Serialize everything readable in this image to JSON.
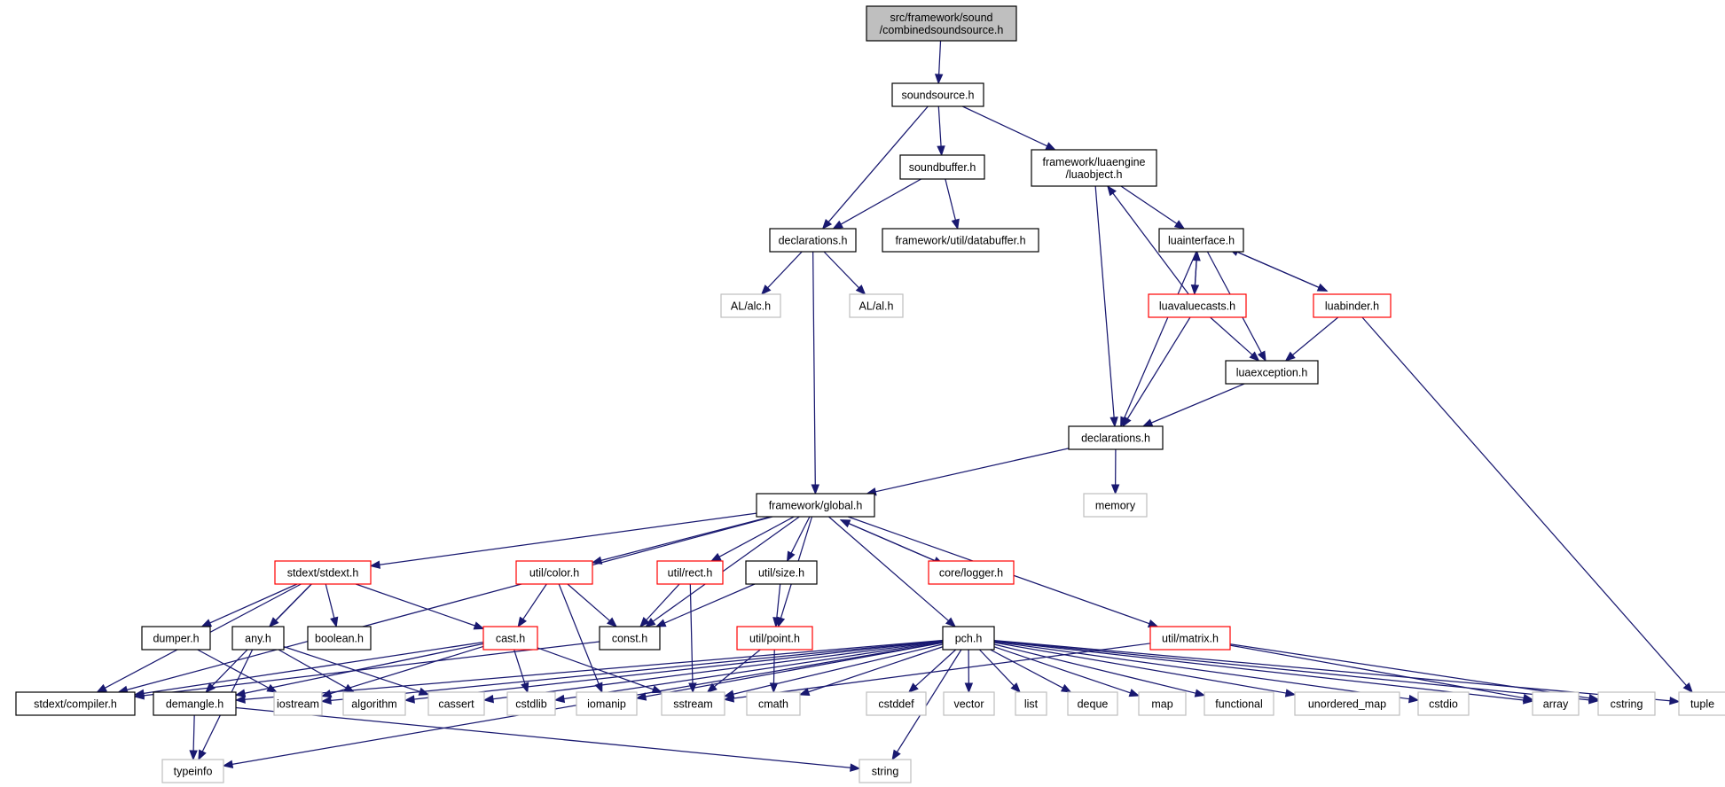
{
  "nodes": [
    {
      "id": "root",
      "label": "src/framework/sound\n/combinedsoundsource.h",
      "style": "root"
    },
    {
      "id": "soundsource",
      "label": "soundsource.h",
      "style": "black"
    },
    {
      "id": "soundbuffer",
      "label": "soundbuffer.h",
      "style": "black"
    },
    {
      "id": "luaobject",
      "label": "framework/luaengine\n/luaobject.h",
      "style": "black"
    },
    {
      "id": "declarations1",
      "label": "declarations.h",
      "style": "black"
    },
    {
      "id": "databuffer",
      "label": "framework/util/databuffer.h",
      "style": "black"
    },
    {
      "id": "luainterface",
      "label": "luainterface.h",
      "style": "black"
    },
    {
      "id": "alc",
      "label": "AL/alc.h",
      "style": "gray"
    },
    {
      "id": "al",
      "label": "AL/al.h",
      "style": "gray"
    },
    {
      "id": "luavaluecasts",
      "label": "luavaluecasts.h",
      "style": "red"
    },
    {
      "id": "luabinder",
      "label": "luabinder.h",
      "style": "red"
    },
    {
      "id": "luaexception",
      "label": "luaexception.h",
      "style": "black"
    },
    {
      "id": "declarations2",
      "label": "declarations.h",
      "style": "black"
    },
    {
      "id": "memory",
      "label": "memory",
      "style": "gray"
    },
    {
      "id": "global",
      "label": "framework/global.h",
      "style": "black"
    },
    {
      "id": "stdext",
      "label": "stdext/stdext.h",
      "style": "red"
    },
    {
      "id": "color",
      "label": "util/color.h",
      "style": "red"
    },
    {
      "id": "rect",
      "label": "util/rect.h",
      "style": "red"
    },
    {
      "id": "size",
      "label": "util/size.h",
      "style": "black"
    },
    {
      "id": "logger",
      "label": "core/logger.h",
      "style": "red"
    },
    {
      "id": "dumper",
      "label": "dumper.h",
      "style": "black"
    },
    {
      "id": "any",
      "label": "any.h",
      "style": "black"
    },
    {
      "id": "boolean",
      "label": "boolean.h",
      "style": "black"
    },
    {
      "id": "cast",
      "label": "cast.h",
      "style": "red"
    },
    {
      "id": "const",
      "label": "const.h",
      "style": "black"
    },
    {
      "id": "point",
      "label": "util/point.h",
      "style": "red"
    },
    {
      "id": "pch",
      "label": "pch.h",
      "style": "black"
    },
    {
      "id": "matrix",
      "label": "util/matrix.h",
      "style": "red"
    },
    {
      "id": "compiler",
      "label": "stdext/compiler.h",
      "style": "black"
    },
    {
      "id": "demangle",
      "label": "demangle.h",
      "style": "black"
    },
    {
      "id": "iostream",
      "label": "iostream",
      "style": "gray"
    },
    {
      "id": "algorithm",
      "label": "algorithm",
      "style": "gray"
    },
    {
      "id": "cassert",
      "label": "cassert",
      "style": "gray"
    },
    {
      "id": "cstdlib",
      "label": "cstdlib",
      "style": "gray"
    },
    {
      "id": "iomanip",
      "label": "iomanip",
      "style": "gray"
    },
    {
      "id": "sstream",
      "label": "sstream",
      "style": "gray"
    },
    {
      "id": "cmath",
      "label": "cmath",
      "style": "gray"
    },
    {
      "id": "cstddef",
      "label": "cstddef",
      "style": "gray"
    },
    {
      "id": "vector",
      "label": "vector",
      "style": "gray"
    },
    {
      "id": "list",
      "label": "list",
      "style": "gray"
    },
    {
      "id": "deque",
      "label": "deque",
      "style": "gray"
    },
    {
      "id": "map",
      "label": "map",
      "style": "gray"
    },
    {
      "id": "functional",
      "label": "functional",
      "style": "gray"
    },
    {
      "id": "unordered_map",
      "label": "unordered_map",
      "style": "gray"
    },
    {
      "id": "cstdio",
      "label": "cstdio",
      "style": "gray"
    },
    {
      "id": "array",
      "label": "array",
      "style": "gray"
    },
    {
      "id": "cstring",
      "label": "cstring",
      "style": "gray"
    },
    {
      "id": "tuple",
      "label": "tuple",
      "style": "gray"
    },
    {
      "id": "typeinfo",
      "label": "typeinfo",
      "style": "gray"
    },
    {
      "id": "string",
      "label": "string",
      "style": "gray"
    }
  ],
  "edges": [
    [
      "root",
      "soundsource"
    ],
    [
      "soundsource",
      "soundbuffer"
    ],
    [
      "soundsource",
      "luaobject"
    ],
    [
      "soundsource",
      "declarations1"
    ],
    [
      "soundbuffer",
      "declarations1"
    ],
    [
      "soundbuffer",
      "databuffer"
    ],
    [
      "luaobject",
      "luainterface"
    ],
    [
      "luaobject",
      "declarations2"
    ],
    [
      "declarations1",
      "alc"
    ],
    [
      "declarations1",
      "al"
    ],
    [
      "declarations1",
      "global"
    ],
    [
      "luainterface",
      "luavaluecasts"
    ],
    [
      "luainterface",
      "luabinder"
    ],
    [
      "luainterface",
      "luaexception"
    ],
    [
      "luainterface",
      "declarations2"
    ],
    [
      "luavaluecasts",
      "luaobject"
    ],
    [
      "luavaluecasts",
      "luainterface"
    ],
    [
      "luavaluecasts",
      "luaexception"
    ],
    [
      "luavaluecasts",
      "declarations2"
    ],
    [
      "luabinder",
      "luainterface"
    ],
    [
      "luabinder",
      "luaexception"
    ],
    [
      "luabinder",
      "tuple"
    ],
    [
      "luaexception",
      "declarations2"
    ],
    [
      "declarations2",
      "memory"
    ],
    [
      "declarations2",
      "global"
    ],
    [
      "global",
      "stdext"
    ],
    [
      "global",
      "color"
    ],
    [
      "global",
      "rect"
    ],
    [
      "global",
      "size"
    ],
    [
      "global",
      "logger"
    ],
    [
      "global",
      "const"
    ],
    [
      "global",
      "point"
    ],
    [
      "global",
      "pch"
    ],
    [
      "global",
      "matrix"
    ],
    [
      "global",
      "compiler"
    ],
    [
      "logger",
      "global"
    ],
    [
      "stdext",
      "compiler"
    ],
    [
      "stdext",
      "dumper"
    ],
    [
      "stdext",
      "any"
    ],
    [
      "stdext",
      "boolean"
    ],
    [
      "stdext",
      "cast"
    ],
    [
      "stdext",
      "demangle"
    ],
    [
      "dumper",
      "iostream"
    ],
    [
      "any",
      "algorithm"
    ],
    [
      "any",
      "cassert"
    ],
    [
      "any",
      "typeinfo"
    ],
    [
      "cast",
      "compiler"
    ],
    [
      "cast",
      "demangle"
    ],
    [
      "cast",
      "cstdlib"
    ],
    [
      "cast",
      "sstream"
    ],
    [
      "cast",
      "iostream"
    ],
    [
      "color",
      "cast"
    ],
    [
      "color",
      "const"
    ],
    [
      "color",
      "iomanip"
    ],
    [
      "rect",
      "const"
    ],
    [
      "rect",
      "sstream"
    ],
    [
      "size",
      "const"
    ],
    [
      "size",
      "point"
    ],
    [
      "point",
      "sstream"
    ],
    [
      "point",
      "cmath"
    ],
    [
      "const",
      "compiler"
    ],
    [
      "pch",
      "demangle"
    ],
    [
      "pch",
      "iostream"
    ],
    [
      "pch",
      "algorithm"
    ],
    [
      "pch",
      "cassert"
    ],
    [
      "pch",
      "cstdlib"
    ],
    [
      "pch",
      "iomanip"
    ],
    [
      "pch",
      "sstream"
    ],
    [
      "pch",
      "cmath"
    ],
    [
      "pch",
      "cstddef"
    ],
    [
      "pch",
      "vector"
    ],
    [
      "pch",
      "list"
    ],
    [
      "pch",
      "deque"
    ],
    [
      "pch",
      "map"
    ],
    [
      "pch",
      "functional"
    ],
    [
      "pch",
      "unordered_map"
    ],
    [
      "pch",
      "cstdio"
    ],
    [
      "pch",
      "array"
    ],
    [
      "pch",
      "cstring"
    ],
    [
      "pch",
      "tuple"
    ],
    [
      "pch",
      "typeinfo"
    ],
    [
      "pch",
      "string"
    ],
    [
      "matrix",
      "array"
    ],
    [
      "matrix",
      "cstring"
    ],
    [
      "matrix",
      "sstream"
    ],
    [
      "demangle",
      "typeinfo"
    ],
    [
      "demangle",
      "string"
    ]
  ]
}
